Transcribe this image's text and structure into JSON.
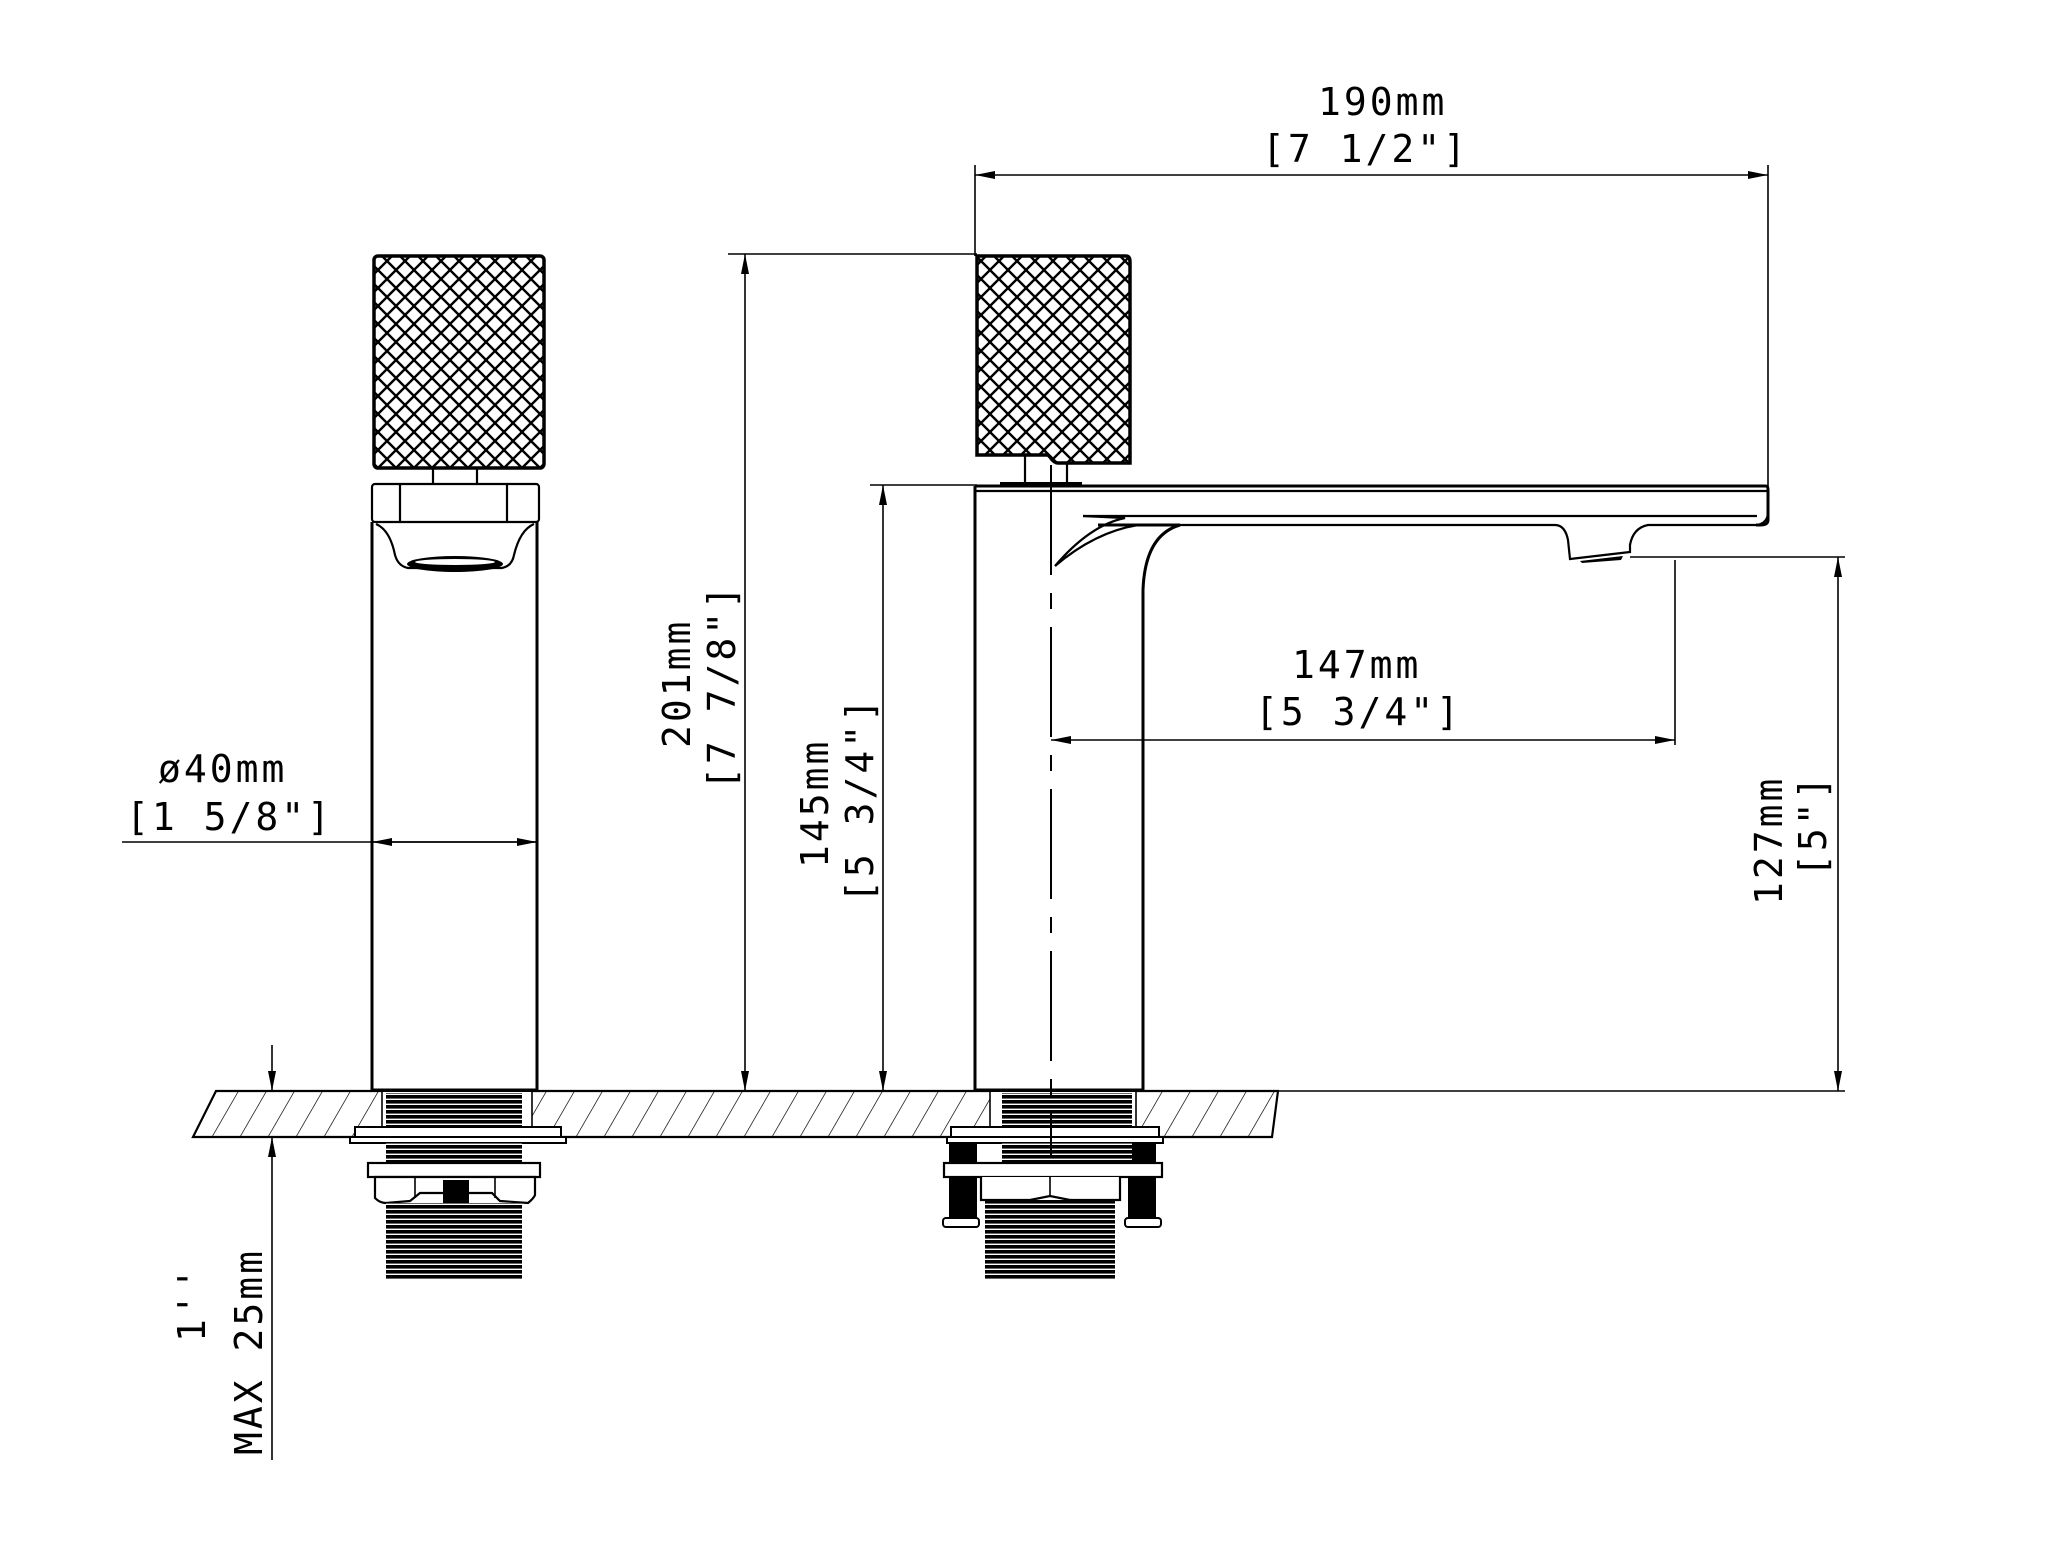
{
  "drawing": {
    "title": "Bathroom faucet dimensional drawing (side and front elevation)",
    "line_color": "#000000",
    "background": "#ffffff"
  },
  "dimensions": {
    "overall_reach": {
      "mm": "190mm",
      "inch": "[7 1/2\"]"
    },
    "overall_height": {
      "mm": "201mm",
      "inch": "[7 7/8\"]"
    },
    "body_height": {
      "mm": "145mm",
      "inch": "[5 3/4\"]"
    },
    "spout_reach": {
      "mm": "147mm",
      "inch": "[5 3/4\"]"
    },
    "spout_clearance": {
      "mm": "127mm",
      "inch": "[5\"]"
    },
    "body_diameter": {
      "mm": "ø40mm",
      "inch": "[1 5/8\"]"
    },
    "max_deck_thickness": {
      "mm": "MAX 25mm",
      "inch": "1''"
    }
  },
  "views": [
    {
      "name": "side-view",
      "components": [
        "knurled-handle",
        "body",
        "threaded-shank",
        "mounting-nut"
      ]
    },
    {
      "name": "front-view",
      "components": [
        "knurled-handle",
        "body",
        "spout",
        "aerator",
        "threaded-shank",
        "mounting-bracket",
        "screws"
      ]
    }
  ]
}
